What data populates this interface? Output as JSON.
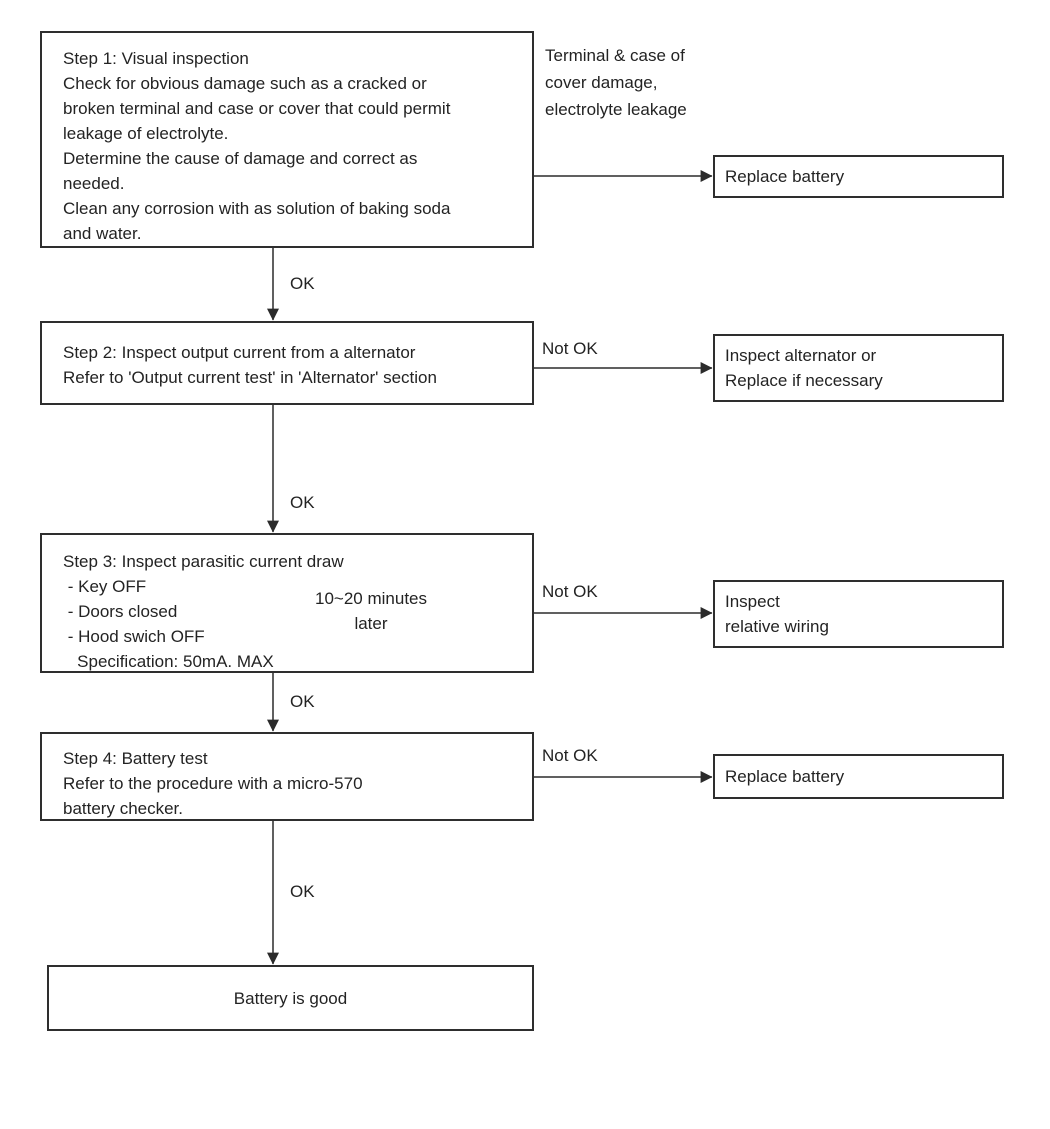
{
  "labels": {
    "ok": "OK",
    "not_ok": "Not OK"
  },
  "steps": {
    "step1": {
      "lines": [
        "Step 1: Visual inspection",
        "Check for obvious damage such as a cracked or",
        "broken terminal and case or cover that could permit",
        "leakage of electrolyte.",
        "Determine the cause of damage and correct as",
        "needed.",
        "Clean any corrosion with as solution of baking soda",
        "and water."
      ]
    },
    "step2": {
      "lines": [
        "Step 2: Inspect output current from a alternator",
        "Refer to 'Output current test' in 'Alternator' section"
      ]
    },
    "step3": {
      "lines": [
        "Step 3: Inspect parasitic current draw",
        " - Key OFF",
        " - Doors closed",
        " - Hood swich OFF",
        "   Specification: 50mA. MAX"
      ]
    },
    "step4": {
      "lines": [
        "Step 4: Battery test",
        "Refer to the procedure with a micro-570",
        "battery checker."
      ]
    }
  },
  "side_note": {
    "lines": [
      "Terminal & case of",
      "cover damage,",
      "electrolyte leakage"
    ]
  },
  "delay_note": {
    "lines": [
      "10~20 minutes",
      "later"
    ]
  },
  "outcomes": {
    "terminal_damage": {
      "lines": [
        "Replace battery"
      ]
    },
    "alternator": {
      "lines": [
        "Inspect alternator or",
        "Replace if necessary"
      ]
    },
    "wiring": {
      "lines": [
        "Inspect",
        "relative wiring"
      ]
    },
    "battery_fail": {
      "lines": [
        "Replace battery"
      ]
    },
    "battery_good": {
      "lines": [
        "Battery is good"
      ]
    }
  },
  "colors": {
    "line": "#2b2b2b",
    "border": "#2e2e2e",
    "text": "#232323",
    "background": "#ffffff"
  }
}
